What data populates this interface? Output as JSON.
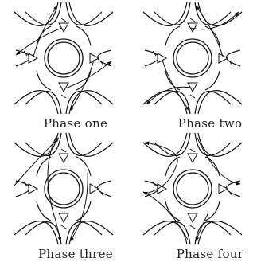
{
  "phases": [
    {
      "label": "Phase one"
    },
    {
      "label": "Phase two"
    },
    {
      "label": "Phase three"
    },
    {
      "label": "Phase four"
    }
  ]
}
